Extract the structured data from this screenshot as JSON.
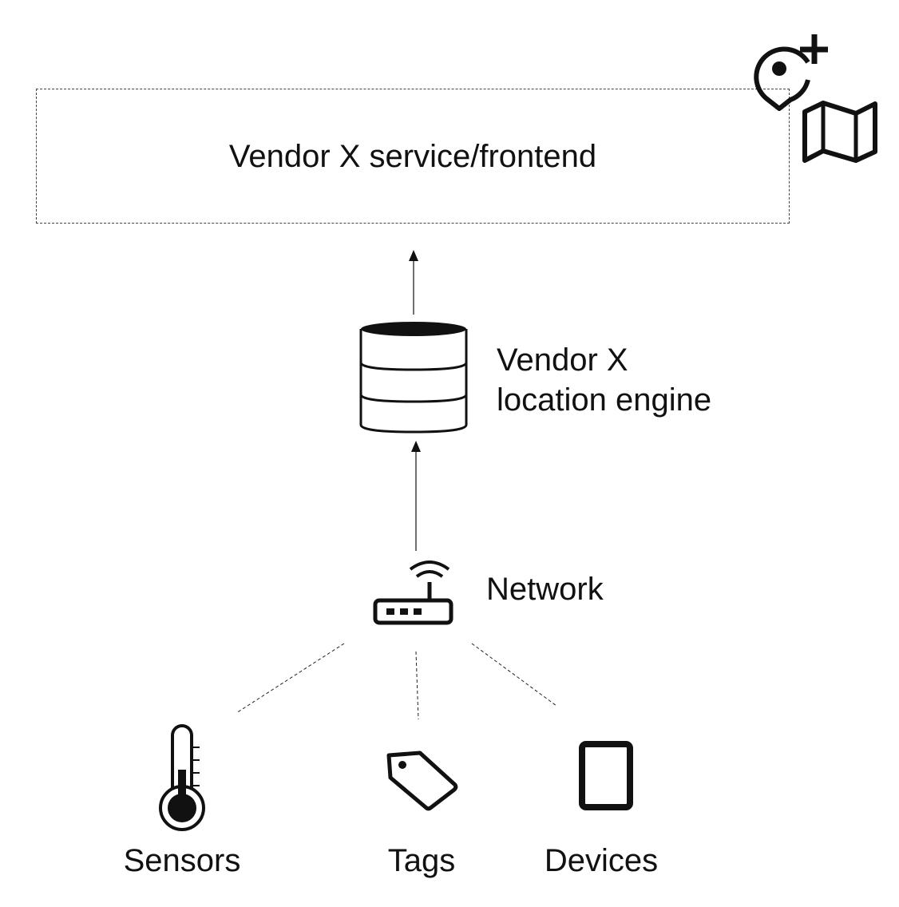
{
  "frontend": {
    "label": "Vendor X service/frontend"
  },
  "location_engine": {
    "line1": "Vendor X",
    "line2": "location engine",
    "icon": "database-icon"
  },
  "network": {
    "label": "Network",
    "icon": "wifi-router-icon"
  },
  "endpoints": [
    {
      "label": "Sensors",
      "icon": "thermometer-icon"
    },
    {
      "label": "Tags",
      "icon": "tag-icon"
    },
    {
      "label": "Devices",
      "icon": "tablet-icon"
    }
  ],
  "corner_icons": [
    "map-pin-plus-icon",
    "map-icon"
  ]
}
